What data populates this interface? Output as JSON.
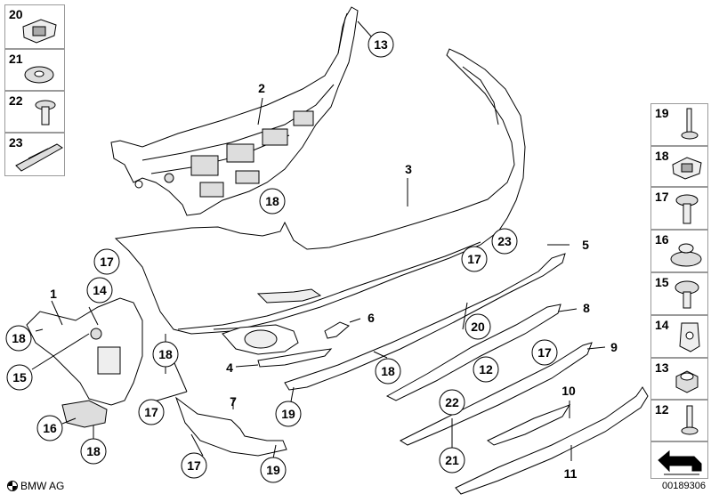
{
  "diagram": {
    "footer_brand": "BMW AG",
    "footer_id": "00189306"
  },
  "left_column": [
    {
      "num": "20",
      "icon": "clip-nut-icon"
    },
    {
      "num": "21",
      "icon": "washer-icon"
    },
    {
      "num": "22",
      "icon": "expanding-rivet-icon"
    },
    {
      "num": "23",
      "icon": "adhesive-strip-icon"
    }
  ],
  "right_column": [
    {
      "num": "19",
      "icon": "pin-rivet-icon"
    },
    {
      "num": "18",
      "icon": "clip-nut-icon"
    },
    {
      "num": "17",
      "icon": "screw-icon"
    },
    {
      "num": "16",
      "icon": "grommet-icon"
    },
    {
      "num": "15",
      "icon": "body-screw-icon"
    },
    {
      "num": "14",
      "icon": "spring-nut-icon"
    },
    {
      "num": "13",
      "icon": "hex-nut-icon"
    },
    {
      "num": "12",
      "icon": "rivet-icon"
    },
    {
      "num": "",
      "icon": "arrow-bracket-icon"
    }
  ],
  "callouts": {
    "c13": "13",
    "c18a": "18",
    "c23": "23",
    "c17a": "17",
    "c17b": "17",
    "c14": "14",
    "c18b": "18",
    "c15": "15",
    "c16": "16",
    "c18c": "18",
    "c18d": "18",
    "c17c": "17",
    "c17d": "17",
    "c19a": "19",
    "c18e": "18",
    "c19b": "19",
    "c20": "20",
    "c12": "12",
    "c17e": "17",
    "c22": "22",
    "c21": "21"
  },
  "labels": {
    "l1": "1",
    "l2": "2",
    "l3": "3",
    "l4": "4",
    "l5": "5",
    "l6": "6",
    "l7": "7",
    "l8": "8",
    "l9": "9",
    "l10": "10",
    "l11": "11"
  }
}
